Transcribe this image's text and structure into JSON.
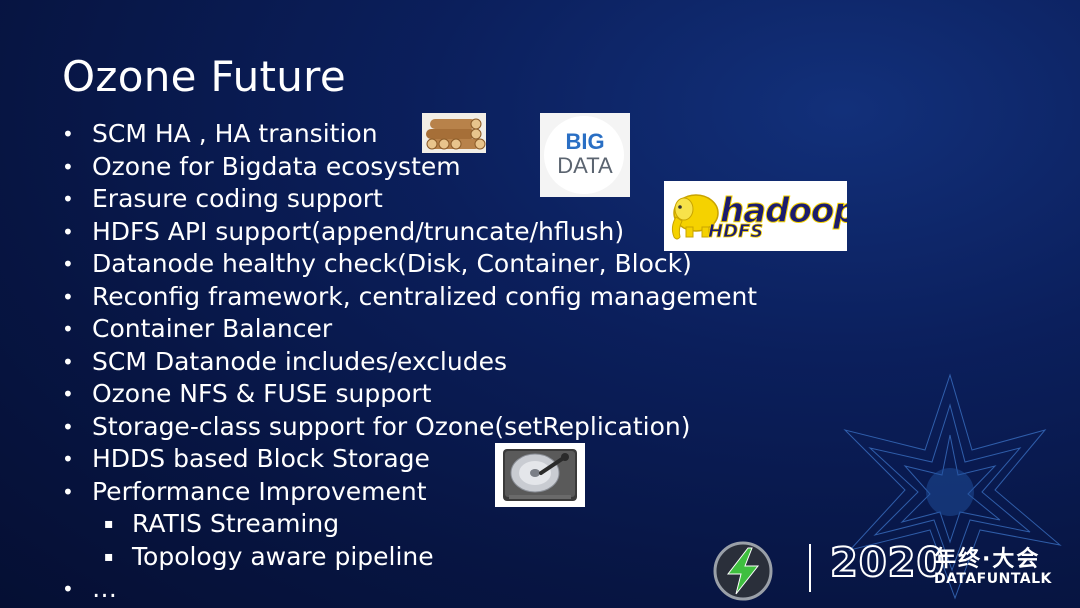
{
  "slide": {
    "title": "Ozone Future"
  },
  "bullets": [
    {
      "text": "SCM HA , HA transition",
      "level": 1
    },
    {
      "text": "Ozone for Bigdata ecosystem",
      "level": 1
    },
    {
      "text": "Erasure coding support",
      "level": 1
    },
    {
      "text": "HDFS API support(append/truncate/hflush)",
      "level": 1
    },
    {
      "text": "Datanode healthy check(Disk, Container, Block)",
      "level": 1
    },
    {
      "text": "Reconfig framework, centralized config management",
      "level": 1
    },
    {
      "text": "Container Balancer",
      "level": 1
    },
    {
      "text": "SCM Datanode includes/excludes",
      "level": 1
    },
    {
      "text": "Ozone NFS & FUSE support",
      "level": 1
    },
    {
      "text": "Storage-class support for Ozone(setReplication)",
      "level": 1
    },
    {
      "text": "HDDS based Block Storage",
      "level": 1
    },
    {
      "text": "Performance Improvement",
      "level": 1
    },
    {
      "text": "RATIS Streaming",
      "level": 2
    },
    {
      "text": "Topology aware pipeline",
      "level": 2
    },
    {
      "text": "…",
      "level": 1
    }
  ],
  "bullet_glyphs": {
    "level1": "•",
    "level2": "▪"
  },
  "images": {
    "bigdata_line1": "BIG",
    "bigdata_line2": "DATA",
    "hadoop_word": "hadoop",
    "hadoop_sub": "HDFS"
  },
  "footer": {
    "year": "2020",
    "event_cn": "年终·大会",
    "brand": "DATAFUNTALK"
  },
  "colors": {
    "background": "#071543",
    "text": "#ffffff",
    "bigdata_blue": "#2a6fc4",
    "hadoop_yellow": "#f5d200",
    "logo_green": "#3fbf3f"
  }
}
